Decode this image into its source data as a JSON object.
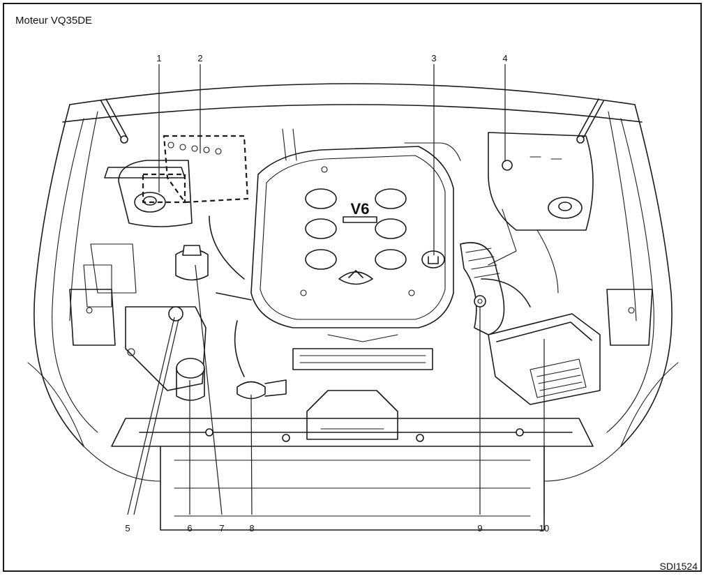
{
  "figure": {
    "title": "Moteur VQ35DE",
    "code": "SDI1524",
    "cover_badge": "V6"
  },
  "callouts": [
    {
      "id": 1,
      "label": "1"
    },
    {
      "id": 2,
      "label": "2"
    },
    {
      "id": 3,
      "label": "3"
    },
    {
      "id": 4,
      "label": "4"
    },
    {
      "id": 5,
      "label": "5"
    },
    {
      "id": 6,
      "label": "6"
    },
    {
      "id": 7,
      "label": "7"
    },
    {
      "id": 8,
      "label": "8"
    },
    {
      "id": 9,
      "label": "9"
    },
    {
      "id": 10,
      "label": "10"
    }
  ]
}
